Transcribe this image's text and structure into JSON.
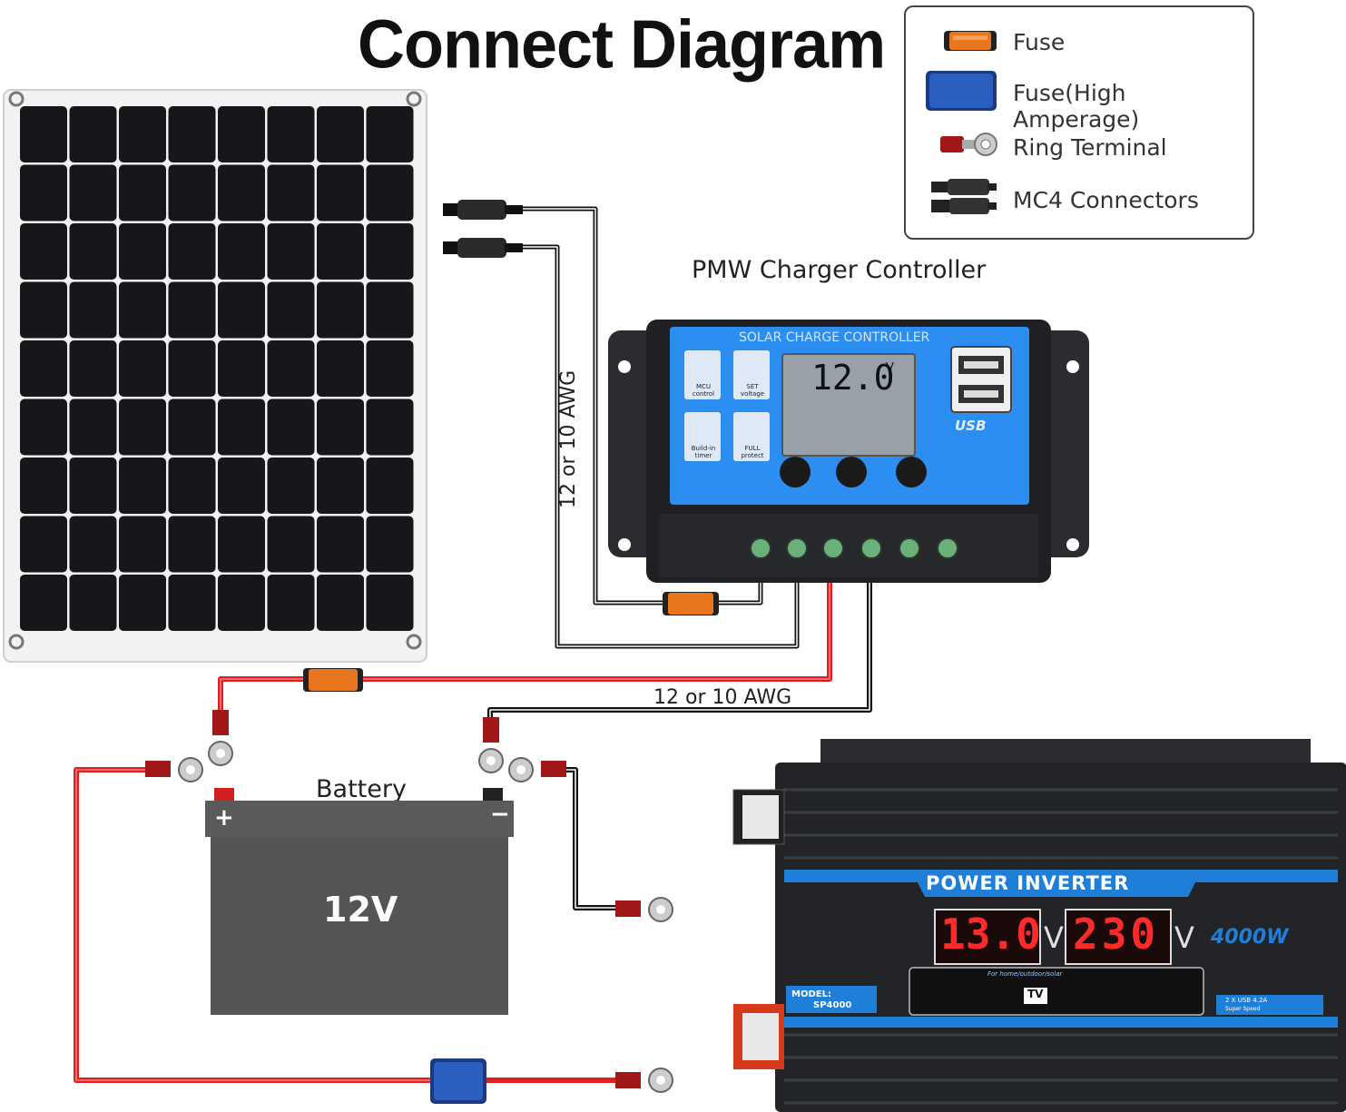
{
  "title": "Connect Diagram",
  "legend": {
    "items": [
      {
        "label": "Fuse",
        "icon": "fuse-icon"
      },
      {
        "label": "Fuse(High Amperage)",
        "icon": "high-amperage-fuse-icon"
      },
      {
        "label": "Ring Terminal",
        "icon": "ring-terminal-icon"
      },
      {
        "label": "MC4 Connectors",
        "icon": "mc4-connector-icon"
      }
    ]
  },
  "controller": {
    "caption": "PMW Charger Controller",
    "panel_title": "SOLAR CHARGE CONTROLLER",
    "display_value": "12.0",
    "display_unit": "V",
    "usb_label": "USB",
    "features": [
      "MCU control",
      "SET voltage",
      "Build-in timer",
      "FULL protect"
    ]
  },
  "wires": {
    "label_vertical": "12 or 10 AWG",
    "label_horizontal": "12 or 10 AWG"
  },
  "battery": {
    "caption": "Battery",
    "voltage": "12V",
    "plus": "+",
    "minus": "−"
  },
  "inverter": {
    "title": "POWER INVERTER",
    "display_in": "13.0",
    "display_out": "230",
    "unit_in": "V",
    "unit_out": "V",
    "power": "4000W",
    "model_label": "MODEL:",
    "model": "SP4000",
    "usb_info": "2 X USB 4.2A",
    "usb_sub": "Super Speed",
    "usage": "For home/outdoor/solar",
    "tv_label": "TV"
  },
  "colors": {
    "red_wire": "#e02020",
    "black_wire": "#1a1a1a",
    "controller_blue": "#2b8ef0",
    "inverter_blue": "#1f7fd8",
    "fuse_orange": "#e8761e",
    "fuse_blue": "#2a5fc0"
  }
}
